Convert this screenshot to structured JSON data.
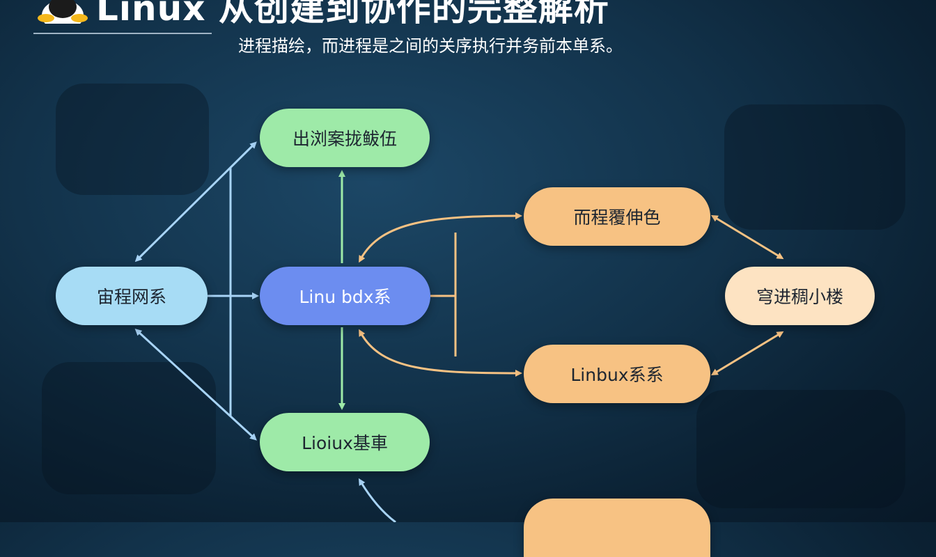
{
  "header": {
    "title": "Linux  从创建到协作的完整解析",
    "subtitle": "进程描绘，而进程是之间的关序执行并务前本单系。"
  },
  "nodes": {
    "top_green": "出浏案拢鲅伍",
    "left": "宙程网系",
    "center": "Linu bdx系",
    "bottom_green": "Lioiux基車",
    "orange_top": "而程覆伸色",
    "orange_bottom": "Linbux系系",
    "right": "穹进稠小楼"
  },
  "colors": {
    "blue_arrow": "#a8d4f7",
    "orange_arrow": "#f7c283",
    "green_arrow": "#9eeaa8"
  }
}
